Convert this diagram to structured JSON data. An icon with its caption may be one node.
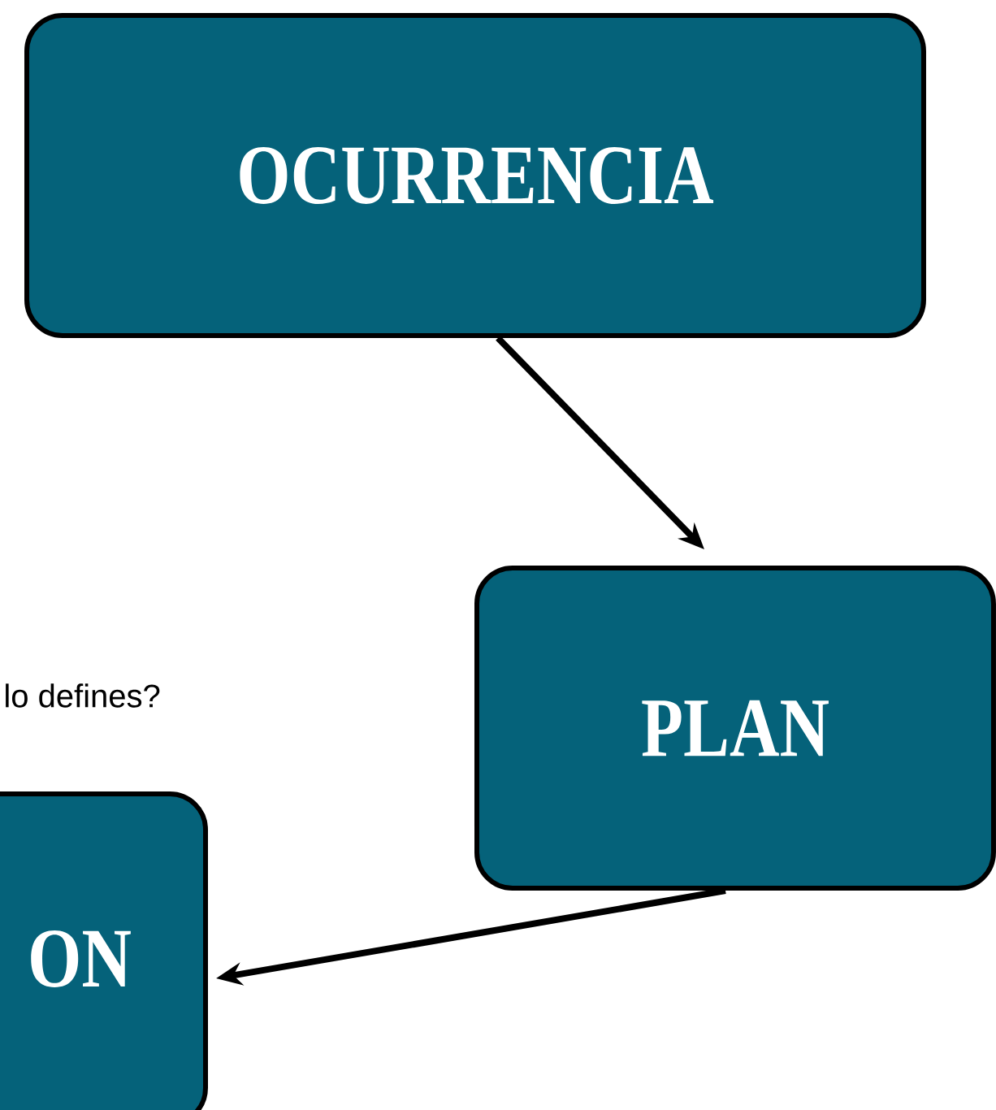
{
  "diagram": {
    "nodes": [
      {
        "text": [
          "OCURRENCIA"
        ]
      },
      {
        "text": [
          "PLAN"
        ]
      },
      {
        "text": [
          "ON"
        ]
      }
    ],
    "edges": [
      {
        "from": 0,
        "to": 1,
        "arrow": "to"
      },
      {
        "from": 1,
        "to": 2,
        "arrow": "to"
      }
    ],
    "labels": [
      "lo defines?"
    ]
  }
}
